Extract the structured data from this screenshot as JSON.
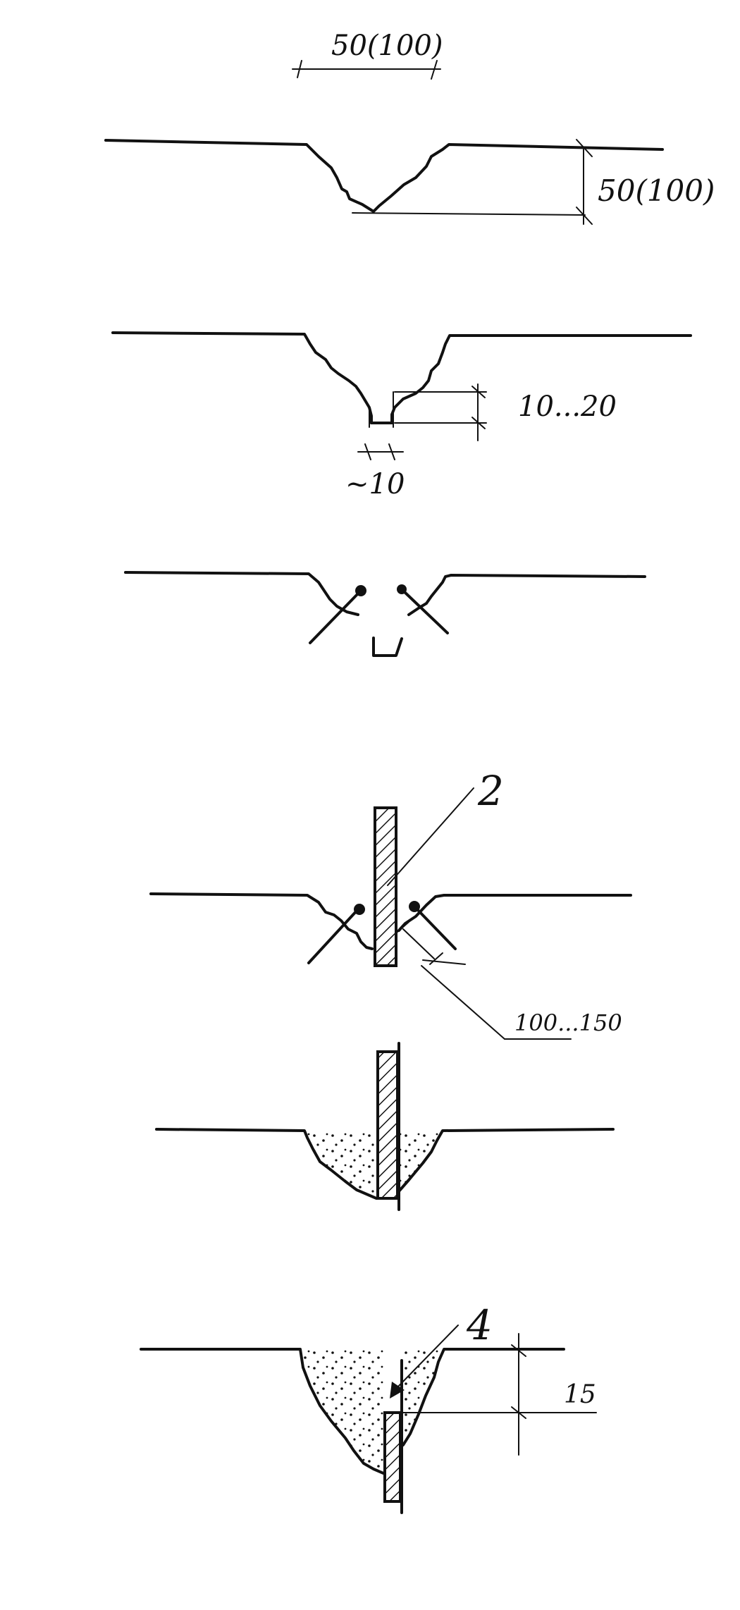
{
  "figure": {
    "stages": [
      {
        "id": "stage-1",
        "labels": {
          "top_width": "50(100)",
          "depth": "50(100)"
        }
      },
      {
        "id": "stage-2",
        "labels": {
          "slot_depth": "10...20",
          "slot_width": "~10"
        }
      },
      {
        "id": "stage-3",
        "labels": {}
      },
      {
        "id": "stage-4",
        "labels": {
          "callout": "2",
          "offset": "100...150"
        }
      },
      {
        "id": "stage-5",
        "labels": {}
      },
      {
        "id": "stage-6",
        "labels": {
          "callout": "4",
          "recess": "15"
        }
      }
    ]
  }
}
